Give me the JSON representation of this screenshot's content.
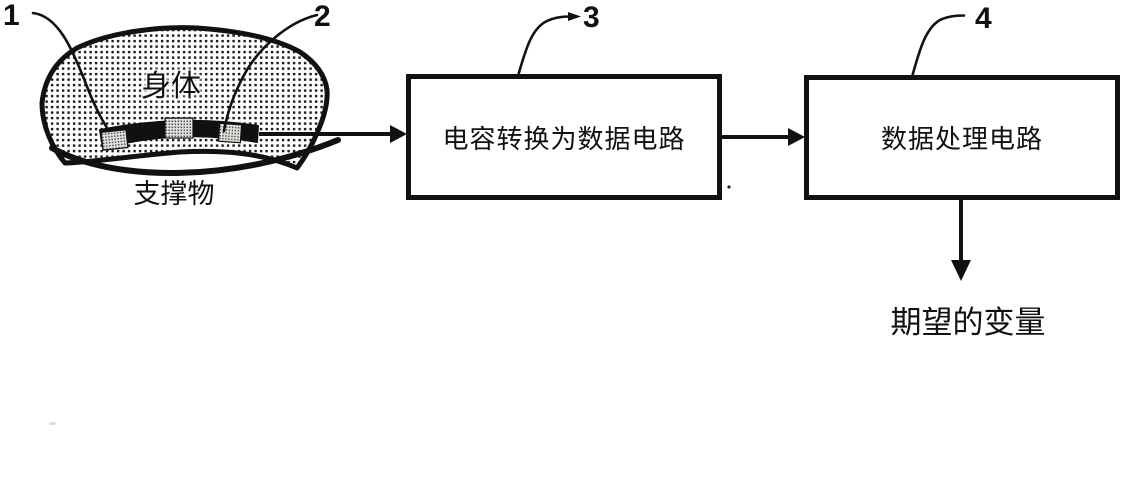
{
  "figure": {
    "refs": [
      {
        "text": "1"
      },
      {
        "text": "2"
      },
      {
        "text": "3"
      },
      {
        "text": "4"
      }
    ],
    "body": {
      "label": "身体"
    },
    "support": {
      "label": "支撑物"
    },
    "boxes": [
      {
        "ref": "3",
        "label": "电容转换为数据电路"
      },
      {
        "ref": "4",
        "label": "数据处理电路"
      }
    ],
    "output": {
      "label": "期望的变量"
    },
    "colors": {
      "ink": "#111111",
      "background": "#ffffff"
    }
  }
}
